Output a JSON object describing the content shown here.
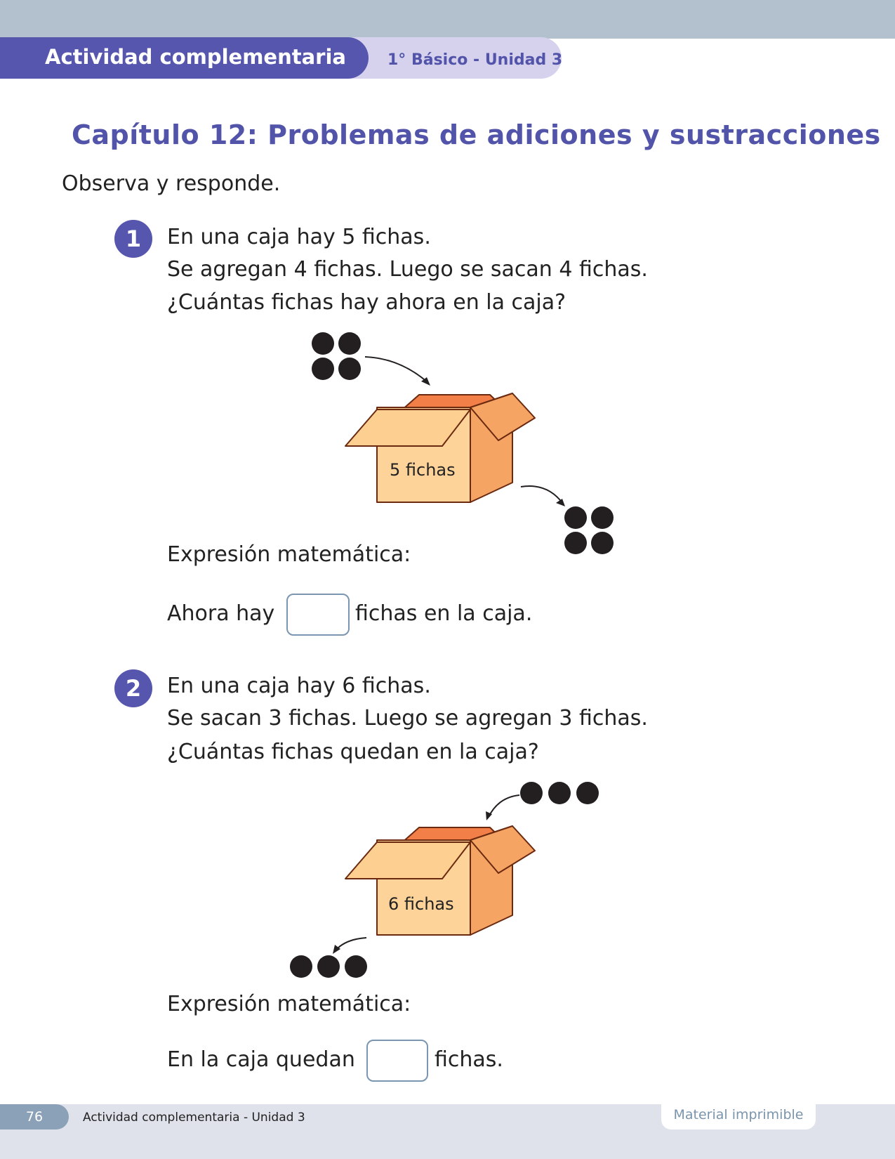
{
  "header": {
    "activity": "Actividad complementaria",
    "level": "1° Básico - Unidad 3"
  },
  "title": "Capítulo 12: Problemas de adiciones y sustracciones",
  "instruction": "Observa y responde.",
  "problems": [
    {
      "number": "1",
      "lines": [
        "En una caja hay 5 fichas.",
        "Se agregan 4 fichas. Luego se sacan 4 fichas.",
        "¿Cuántas fichas hay ahora en la caja?"
      ],
      "box_label": "5 fichas",
      "expression_label": "Expresión matemática:",
      "answer_before": "Ahora hay",
      "answer_after": "fichas en la caja."
    },
    {
      "number": "2",
      "lines": [
        "En una caja hay 6 fichas.",
        "Se sacan 3 fichas. Luego se agregan 3 fichas.",
        "¿Cuántas fichas quedan en la caja?"
      ],
      "box_label": "6 fichas",
      "expression_label": "Expresión matemática:",
      "answer_before": "En la caja quedan",
      "answer_after": "fichas."
    }
  ],
  "footer": {
    "page": "76",
    "text": "Actividad complementaria - Unidad 3",
    "badge": "Material imprimible"
  }
}
